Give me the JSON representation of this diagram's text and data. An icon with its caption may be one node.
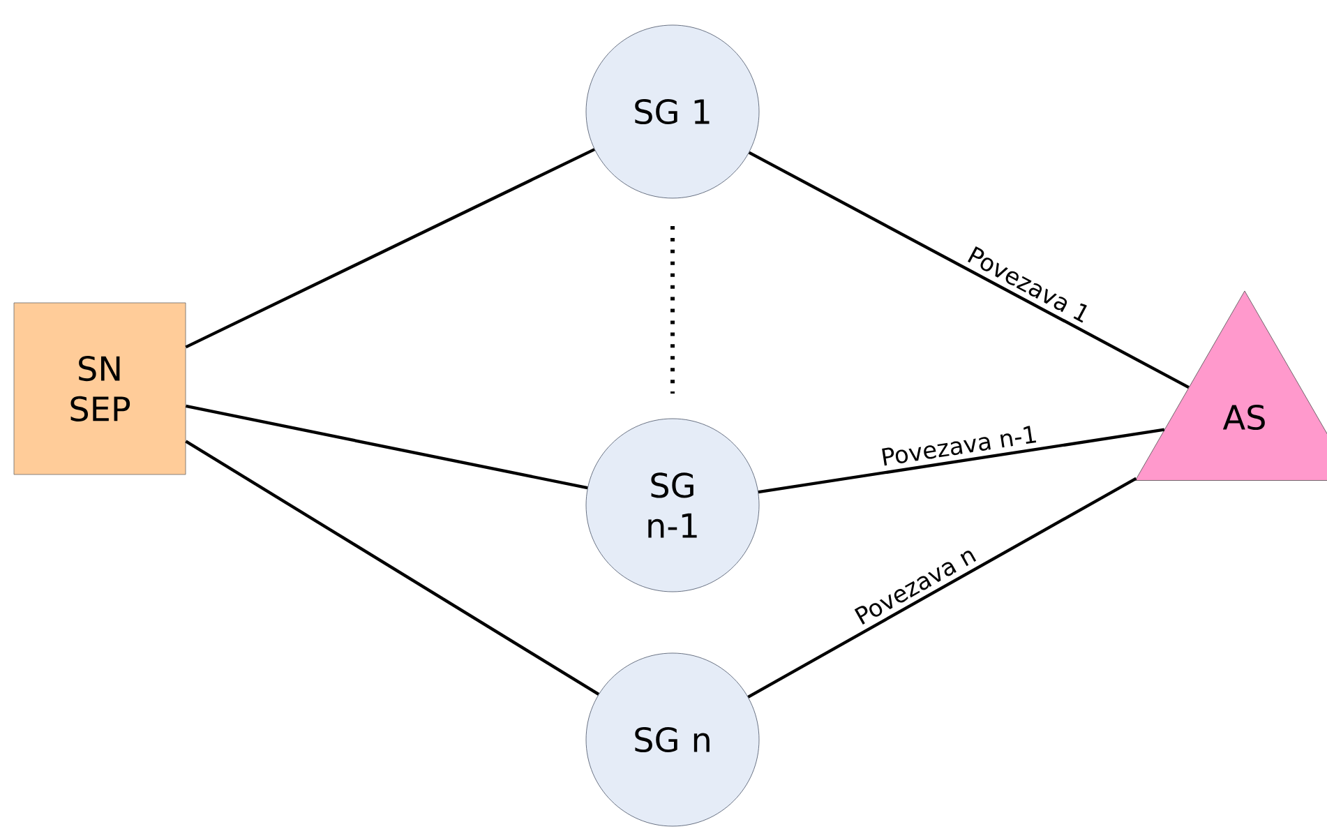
{
  "diagram": {
    "nodes": [
      {
        "text": [
          "SN SEP"
        ]
      },
      {
        "text": [
          "SG 1"
        ]
      },
      {
        "text": [
          "SG n-1"
        ]
      },
      {
        "text": [
          "SG n"
        ]
      },
      {
        "text": [
          "AS"
        ]
      }
    ],
    "edges": [
      {
        "from": 0,
        "to": 1,
        "arrow": "none"
      },
      {
        "from": 0,
        "to": 2,
        "arrow": "none"
      },
      {
        "from": 0,
        "to": 3,
        "arrow": "none"
      },
      {
        "from": 1,
        "to": 4,
        "arrow": "none",
        "label": "Povezava 1"
      },
      {
        "from": 2,
        "to": 4,
        "arrow": "none",
        "label": "Povezava n-1"
      },
      {
        "from": 3,
        "to": 4,
        "arrow": "none",
        "label": "Povezava n"
      }
    ]
  }
}
